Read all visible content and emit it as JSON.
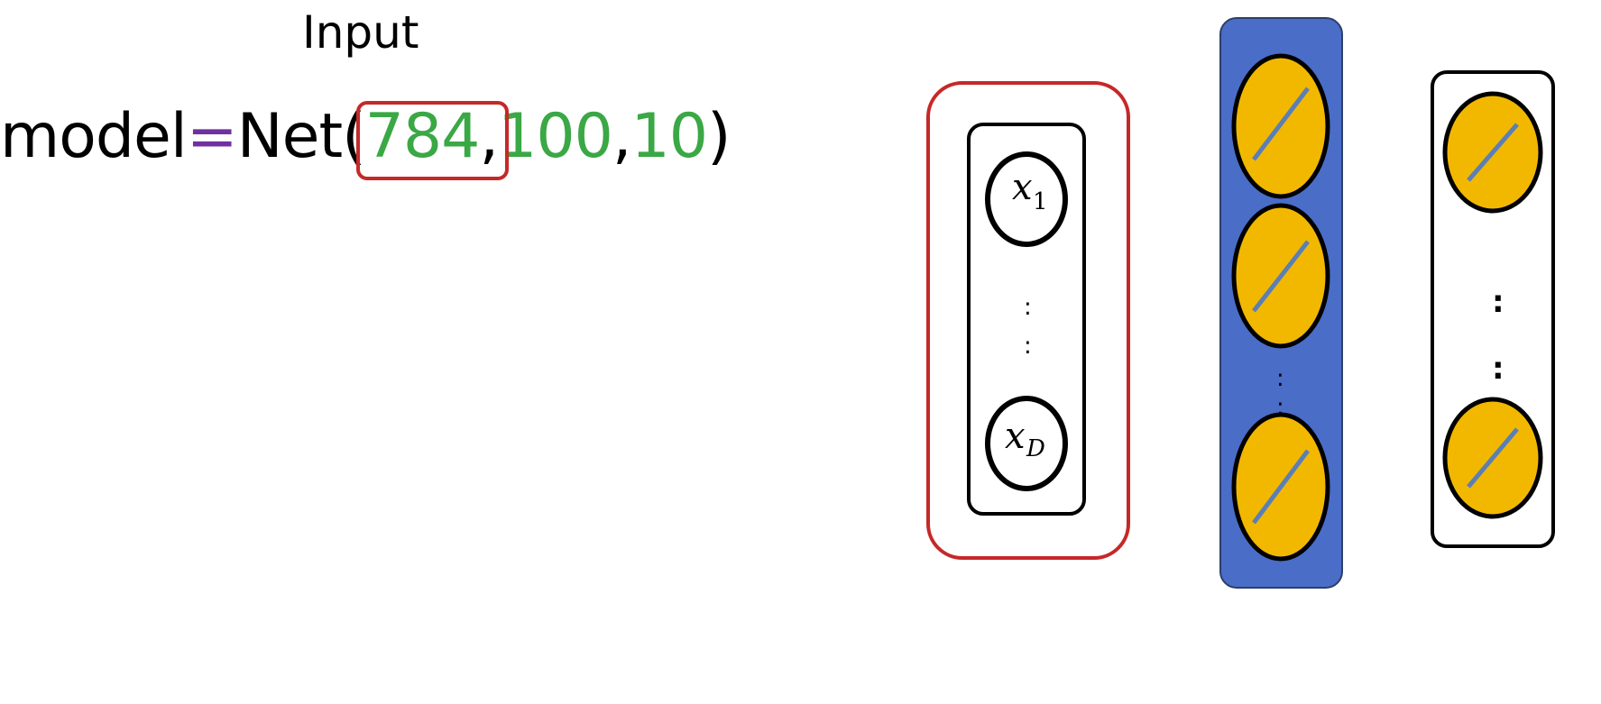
{
  "title": "Input",
  "code": {
    "model_name": "model",
    "operator": "=",
    "constructor": "Net",
    "open_paren": "(",
    "arg_input": "784",
    "comma_1": ",",
    "arg_hidden": "100",
    "comma_2": ",",
    "arg_output": "10",
    "close_paren": ")"
  },
  "colors": {
    "code_text": "#000000",
    "operator": "#7030a0",
    "number": "#3aa845",
    "highlight_box": "#c62828",
    "hidden_layer_fill": "#4a6dc8",
    "neuron_fill": "#f2b800",
    "neuron_line": "#5b7fb5"
  },
  "input_layer": {
    "node_first": {
      "var": "x",
      "sub": "1"
    },
    "node_last": {
      "var": "x",
      "sub": "D"
    },
    "ellipsis": ":"
  },
  "hidden_layer": {
    "neurons_shown": 3,
    "ellipsis": ":"
  },
  "output_layer": {
    "neurons_shown": 2,
    "ellipsis": ":"
  },
  "icons": {
    "neuron_glyph": "linear-activation-icon"
  }
}
